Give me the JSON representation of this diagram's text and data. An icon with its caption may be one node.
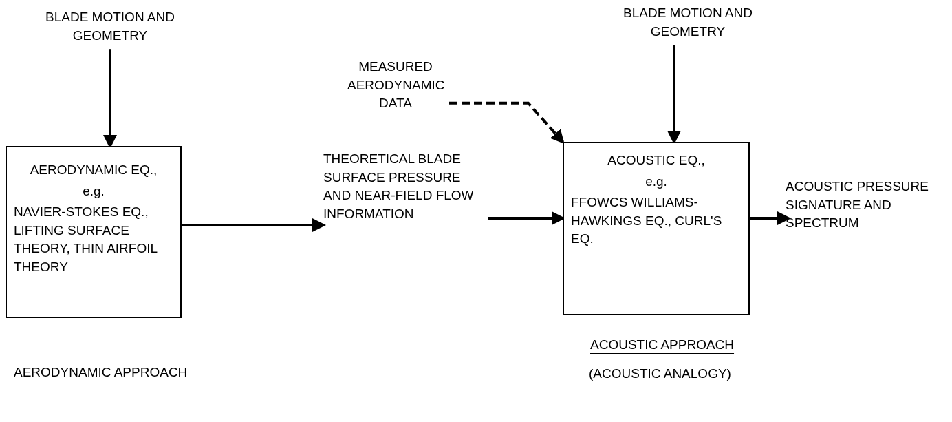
{
  "diagram": {
    "nodes": [
      {
        "text": [
          "BLADE MOTION AND GEOMETRY"
        ]
      },
      {
        "text": [
          "AERODYNAMIC EQ.,",
          "e.g.",
          "NAVIER-STOKES EQ., LIFTING SURFACE THEORY, THIN AIRFOIL THEORY"
        ]
      },
      {
        "text": [
          "THEORETICAL BLADE SURFACE PRESSURE AND NEAR-FIELD FLOW INFORMATION"
        ]
      },
      {
        "text": [
          "MEASURED AERODYNAMIC DATA"
        ]
      },
      {
        "text": [
          "BLADE MOTION AND GEOMETRY"
        ]
      },
      {
        "text": [
          "ACOUSTIC EQ.,",
          "e.g.",
          "FFOWCS WILLIAMS-HAWKINGS EQ., CURL'S EQ."
        ]
      },
      {
        "text": [
          "ACOUSTIC PRESSURE SIGNATURE AND SPECTRUM"
        ]
      }
    ],
    "edges": [
      {
        "from": 0,
        "to": 1,
        "arrow": "to"
      },
      {
        "from": 1,
        "to": 2,
        "arrow": "to"
      },
      {
        "from": 2,
        "to": 5,
        "arrow": "to"
      },
      {
        "from": 3,
        "to": 5,
        "arrow": "to",
        "style": "dashed"
      },
      {
        "from": 4,
        "to": 5,
        "arrow": "to"
      },
      {
        "from": 5,
        "to": 6,
        "arrow": "to"
      }
    ],
    "labels": [
      "AERODYNAMIC APPROACH",
      "ACOUSTIC APPROACH",
      "(ACOUSTIC ANALOGY)"
    ]
  }
}
